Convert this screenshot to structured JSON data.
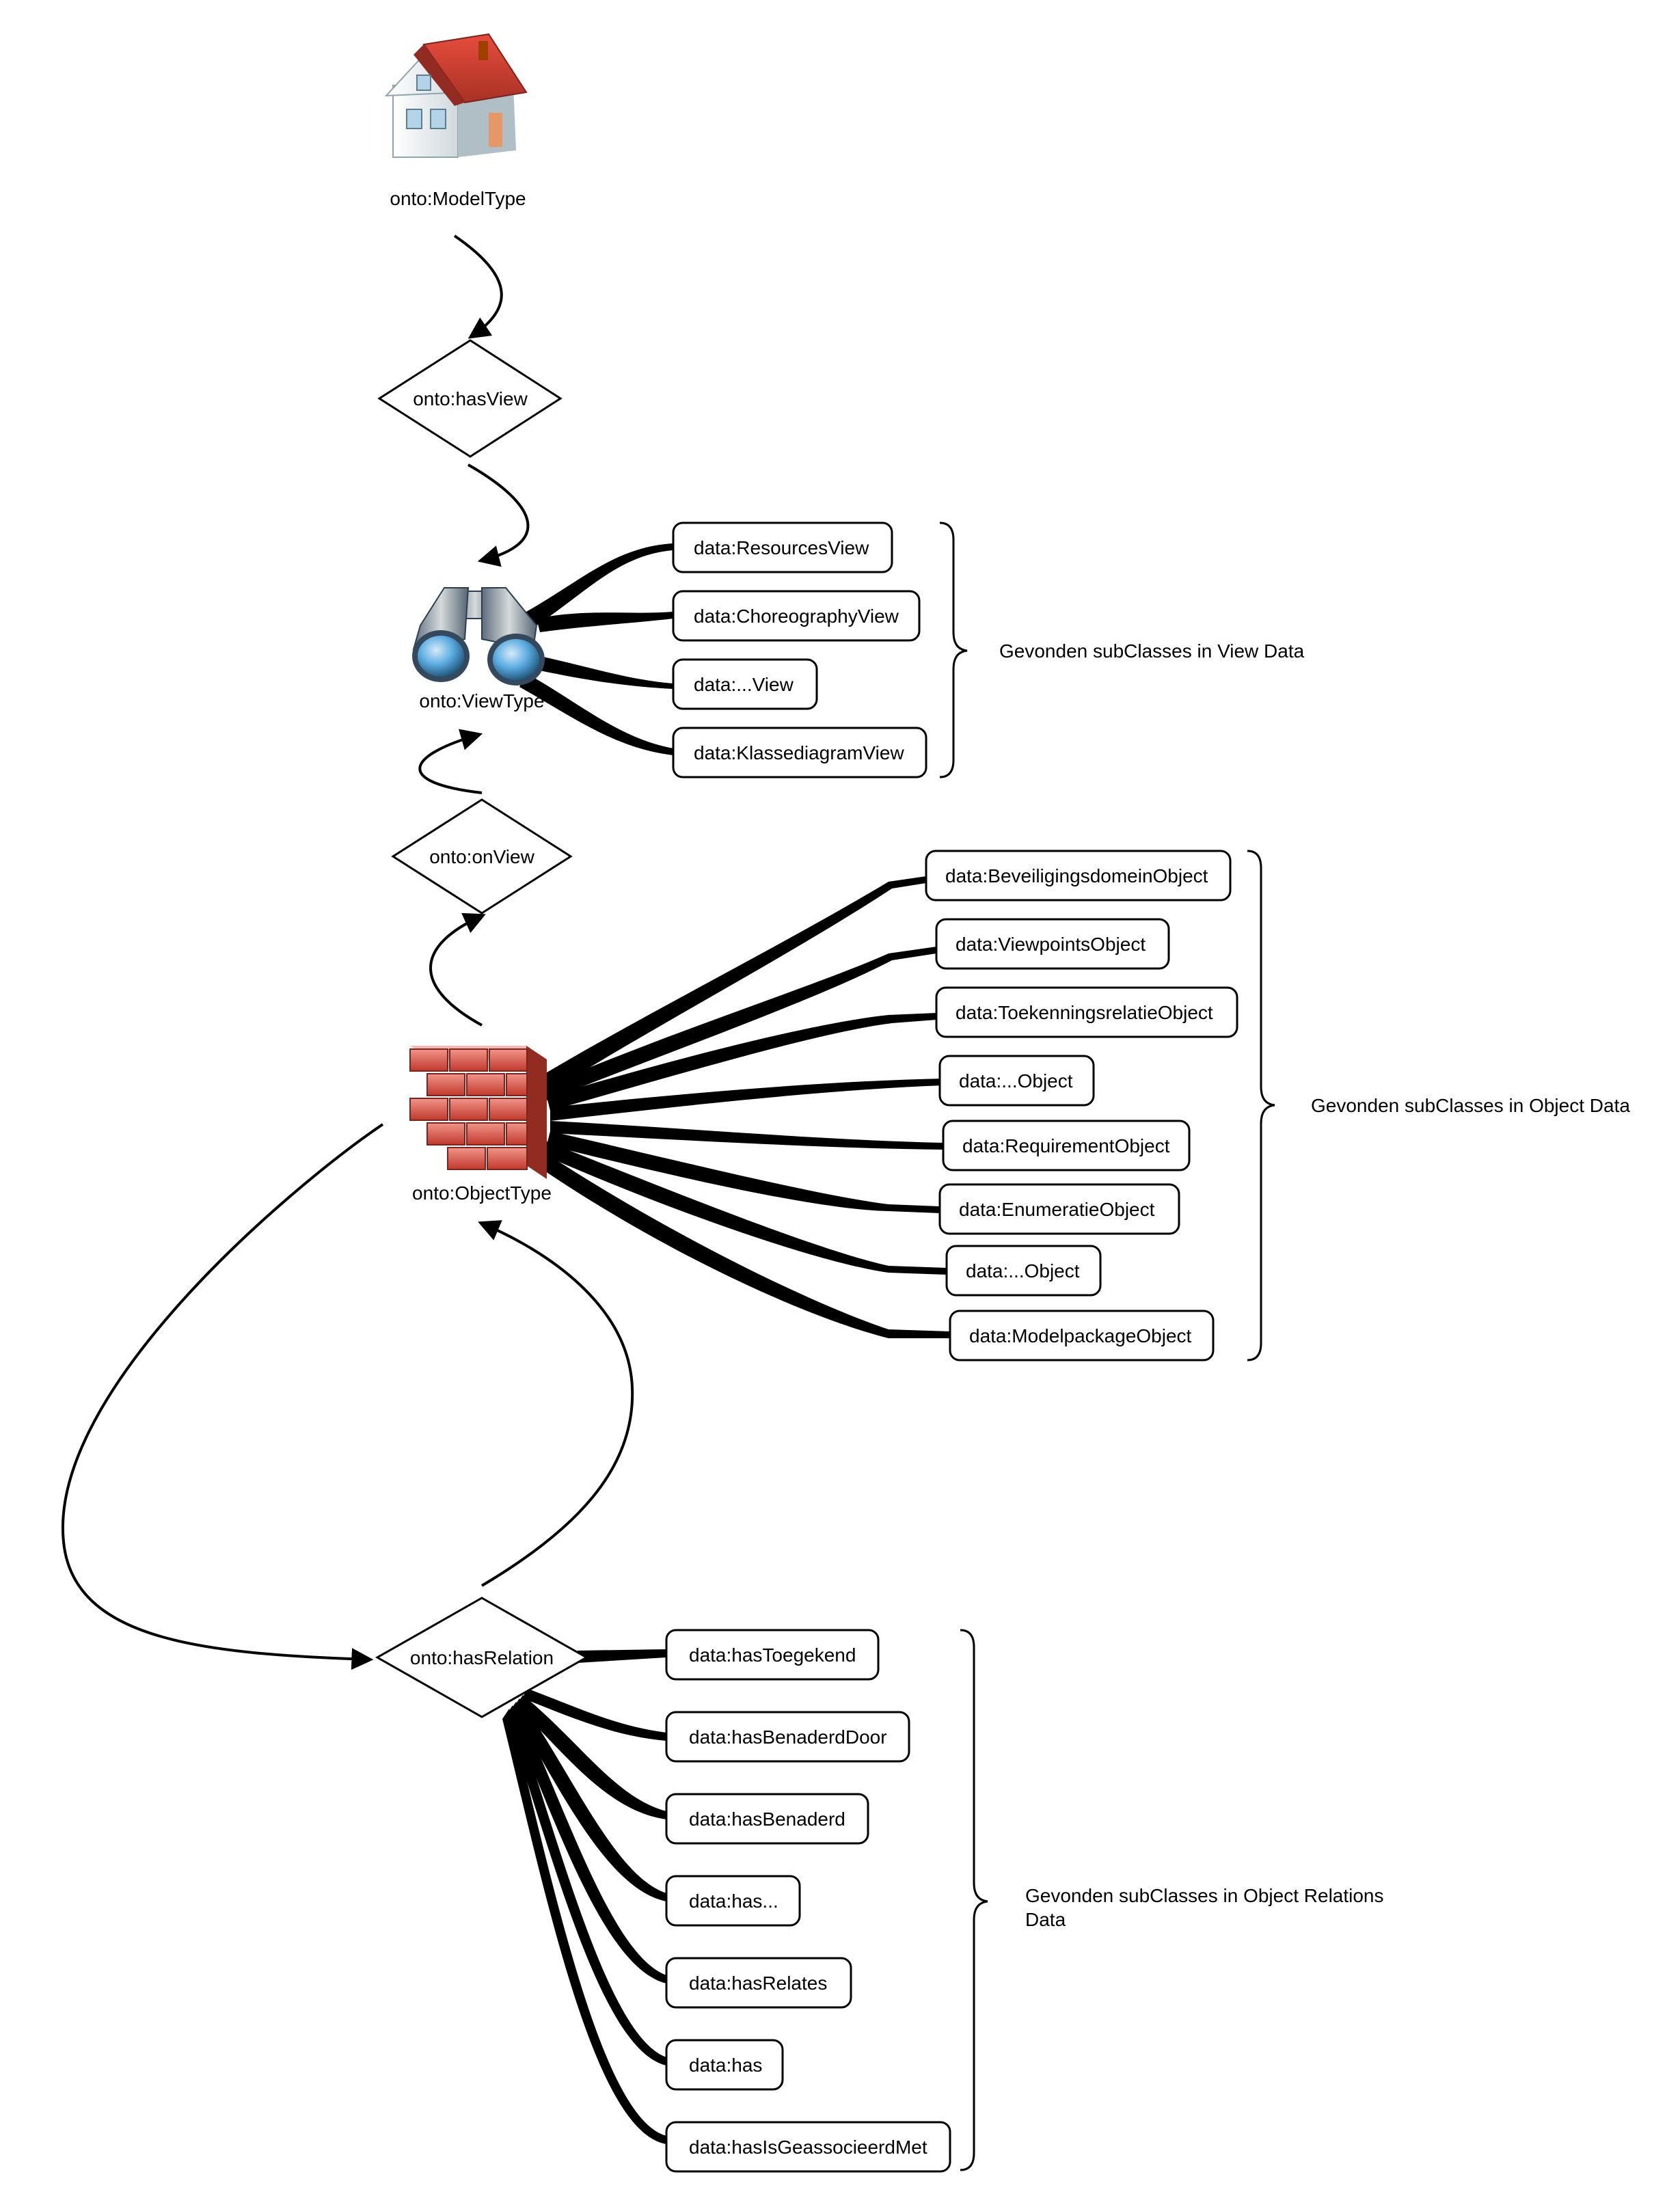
{
  "diagram": {
    "colors": {
      "line": "#000000",
      "house_roof": "#c0392b",
      "house_wall": "#eceff1",
      "wall_brick": "#d9534f",
      "binocular_body": "#7f8c8d",
      "binocular_lens": "#5d9cec"
    },
    "nodes": {
      "model_type": {
        "label": "onto:ModelType",
        "icon": "house-icon"
      },
      "view_type": {
        "label": "onto:ViewType",
        "icon": "binoculars-icon"
      },
      "object_type": {
        "label": "onto:ObjectType",
        "icon": "brick-wall-icon"
      },
      "has_view": {
        "label": "onto:hasView"
      },
      "on_view": {
        "label": "onto:onView"
      },
      "has_relation": {
        "label": "onto:hasRelation"
      }
    },
    "view_subclasses": [
      "data:ResourcesView",
      "data:ChoreographyView",
      "data:...View",
      "data:KlassediagramView"
    ],
    "object_subclasses": [
      "data:BeveiligingsdomeinObject",
      "data:ViewpointsObject",
      "data:ToekenningsrelatieObject",
      "data:...Object",
      "data:RequirementObject",
      "data:EnumeratieObject",
      "data:...Object",
      "data:ModelpackageObject"
    ],
    "relation_subclasses": [
      "data:hasToegekend",
      "data:hasBenaderdDoor",
      "data:hasBenaderd",
      "data:has...",
      "data:hasRelates",
      "data:has",
      "data:hasIsGeassocieerdMet"
    ],
    "notes": {
      "view": "Gevonden subClasses in View Data",
      "object": "Gevonden subClasses in Object Data",
      "relation_line1": "Gevonden subClasses in Object Relations",
      "relation_line2": "Data"
    }
  }
}
